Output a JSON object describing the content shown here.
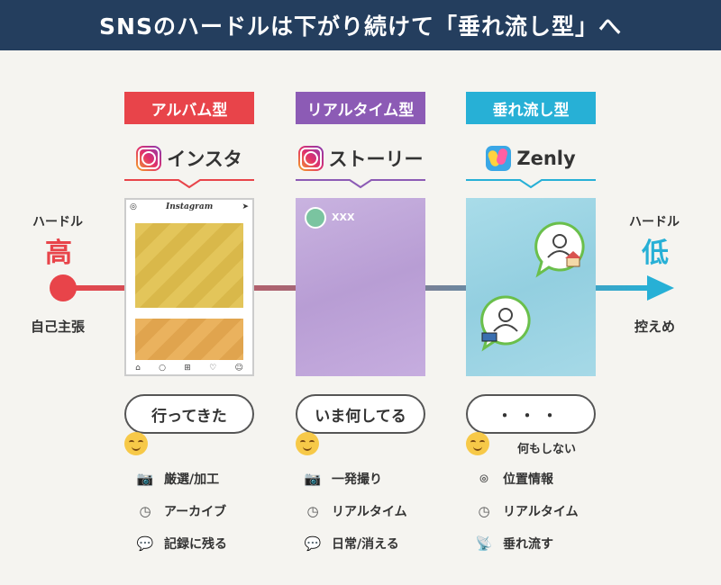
{
  "header": {
    "title": "SNSのハードルは下がり続けて「垂れ流し型」へ"
  },
  "left": {
    "label": "ハードル",
    "level": "高",
    "note": "自己主張"
  },
  "right": {
    "label": "ハードル",
    "level": "低",
    "note": "控えめ"
  },
  "columns": [
    {
      "type": "アルバム型",
      "app": "インスタ",
      "phone_app_title": "Instagram",
      "bubble": "行ってきた",
      "bubble_caption": "",
      "features": [
        "厳選/加工",
        "アーカイブ",
        "記録に残る"
      ]
    },
    {
      "type": "リアルタイム型",
      "app": "ストーリー",
      "phone_user": "XXX",
      "bubble": "いま何してる",
      "bubble_caption": "",
      "features": [
        "一発撮り",
        "リアルタイム",
        "日常/消える"
      ]
    },
    {
      "type": "垂れ流し型",
      "app": "Zenly",
      "bubble": "・・・",
      "bubble_caption": "何もしない",
      "features": [
        "位置情報",
        "リアルタイム",
        "垂れ流す"
      ]
    }
  ],
  "colors": {
    "header_bg": "#243e5e",
    "album": "#e8444a",
    "realtime": "#8c5bb5",
    "stream": "#27b0d6",
    "high": "#e8444a",
    "low": "#27b0d6"
  }
}
